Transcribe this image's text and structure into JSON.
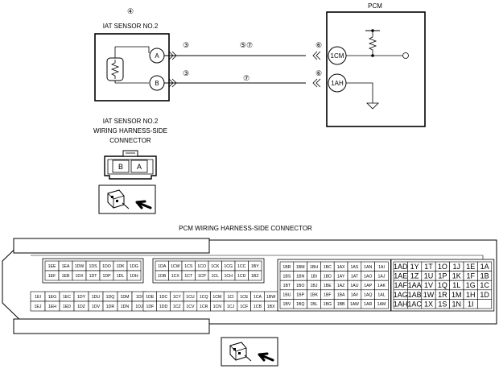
{
  "sensor": {
    "index": "④",
    "name": "IAT SENSOR NO.2",
    "pin_a": "A",
    "pin_b": "B"
  },
  "pcm": {
    "title": "PCM",
    "pin_top": "1CM",
    "pin_bottom": "1AH"
  },
  "wires": {
    "top_left_mark": "③",
    "top_mid_mark": "⑤⑦",
    "top_right_mark": "⑥",
    "bottom_left_mark": "③",
    "bottom_mid_mark": "⑦",
    "bottom_right_mark": "⑥"
  },
  "harness_caption": {
    "line1": "IAT SENSOR NO.2",
    "line2": "WIRING HARNESS-SIDE",
    "line3": "CONNECTOR"
  },
  "small_connector": {
    "left": "B",
    "right": "A"
  },
  "pcm_connector_title": "PCM WIRING HARNESS-SIDE CONNECTOR",
  "blockA": {
    "top": [
      "1EE",
      "1EA",
      "1DW",
      "1DS",
      "1DO",
      "1DK",
      "1DG"
    ],
    "bottom": [
      "1EF",
      "1EB",
      "1DX",
      "1DT",
      "1DP",
      "1DL",
      "1DH"
    ]
  },
  "blockB": {
    "top": [
      "1DA",
      "1CW",
      "1CS",
      "1CO",
      "1CK",
      "1CG",
      "1CC",
      "1BY"
    ],
    "bottom": [
      "1DB",
      "1CX",
      "1CT",
      "1CP",
      "1CL",
      "1CH",
      "1CD",
      "1BZ"
    ]
  },
  "blockC": {
    "top": [
      "1EI",
      "1EG",
      "1EC",
      "1DY",
      "1DU",
      "1DQ",
      "1DM",
      "1DI"
    ],
    "bottom": [
      "1EJ",
      "1EH",
      "1ED",
      "1DZ",
      "1DV",
      "1DR",
      "1DN",
      "1DJ"
    ]
  },
  "blockD": {
    "top": [
      "1DE",
      "1DC",
      "1CY",
      "1CU",
      "1CQ",
      "1CM",
      "1CI",
      "1CE",
      "1CA",
      "1BW"
    ],
    "bottom": [
      "1DF",
      "1DD",
      "1CZ",
      "1CV",
      "1CR",
      "1CN",
      "1CJ",
      "1CF",
      "1CB",
      "1BX"
    ]
  },
  "blockE": {
    "rows": [
      [
        "1BR",
        "1BM",
        "1BH",
        "1BC",
        "1AX",
        "1AS",
        "1AN",
        "1AI"
      ],
      [
        "1BS",
        "1BN",
        "1BI",
        "1BD",
        "1AY",
        "1AT",
        "1AO",
        "1AJ"
      ],
      [
        "1BT",
        "1BO",
        "1BJ",
        "1BE",
        "1AZ",
        "1AU",
        "1AP",
        "1AK"
      ],
      [
        "1BU",
        "1BP",
        "1BK",
        "1BF",
        "1BA",
        "1AV",
        "1AQ",
        "1AL"
      ],
      [
        "1BV",
        "1BQ",
        "1BL",
        "1BG",
        "1BB",
        "1AW",
        "1AR",
        "1AM"
      ]
    ]
  },
  "blockF": {
    "rows": [
      [
        "1AD",
        "1Y",
        "1T",
        "1O",
        "1J",
        "1E",
        "1A"
      ],
      [
        "1AE",
        "1Z",
        "1U",
        "1P",
        "1K",
        "1F",
        "1B"
      ],
      [
        "1AF",
        "1AA",
        "1V",
        "1Q",
        "1L",
        "1G",
        "1C"
      ],
      [
        "1AG",
        "1AB",
        "1W",
        "1R",
        "1M",
        "1H",
        "1D"
      ],
      [
        "1AH",
        "1AC",
        "1X",
        "1S",
        "1N",
        "1I",
        ""
      ]
    ]
  }
}
